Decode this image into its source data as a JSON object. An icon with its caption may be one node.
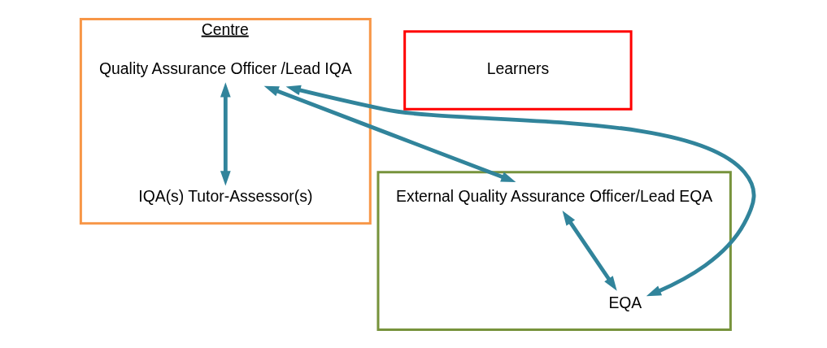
{
  "diagram": {
    "nodes": [
      {
        "text": [
          "Centre"
        ]
      },
      {
        "text": [
          "Quality Assurance Officer /Lead IQA"
        ],
        "in": 0
      },
      {
        "text": [
          "IQA(s) Tutor-Assessor(s)"
        ],
        "in": 0
      },
      {
        "text": [],
        "shape": "box"
      },
      {
        "text": [
          "External Quality Assurance Officer/Lead EQA"
        ],
        "in": 3
      },
      {
        "text": [
          "EQA"
        ],
        "in": 3
      },
      {
        "text": [
          "Learners"
        ]
      }
    ],
    "edges": [
      {
        "from": 1,
        "to": 4,
        "arrow": "both"
      },
      {
        "from": 1,
        "to": 2,
        "arrow": "both"
      },
      {
        "from": 4,
        "to": 5,
        "arrow": "both"
      },
      {
        "from": 1,
        "to": 5,
        "arrow": "both"
      }
    ]
  }
}
